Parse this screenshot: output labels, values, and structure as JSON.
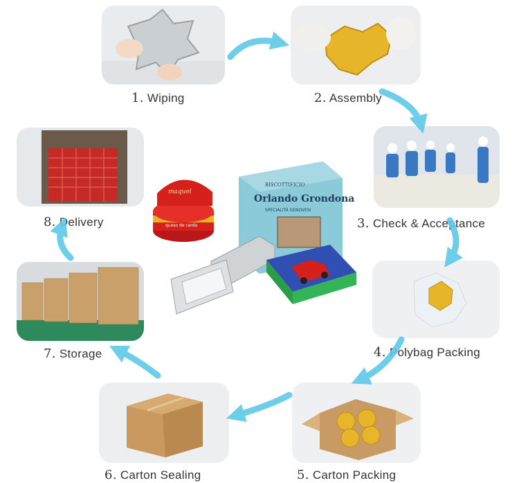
{
  "steps": [
    {
      "num": "1.",
      "label": "Wiping"
    },
    {
      "num": "2.",
      "label": "Assembly"
    },
    {
      "num": "3.",
      "label": "Check & Acceptance"
    },
    {
      "num": "4.",
      "label": "Polybag Packing"
    },
    {
      "num": "5.",
      "label": "Carton Packing"
    },
    {
      "num": "6.",
      "label": "Carton Sealing"
    },
    {
      "num": "7.",
      "label": "Storage"
    },
    {
      "num": "8.",
      "label": "Delivery"
    }
  ],
  "products": {
    "tin_brand_top": "BISCOTTIFICIO",
    "tin_brand": "Orlando Grondona",
    "tin_sub": "SPECIALITÀ GENOVESI",
    "round_tin_text": "maquel",
    "round_tin_sub": "queso de cerdo"
  },
  "colors": {
    "arrow": "#5fc8e6",
    "label_text": "#333333",
    "tin_blue": "#7fc6d6",
    "tin_red": "#d6201b",
    "tin_gold": "#e8b425"
  }
}
